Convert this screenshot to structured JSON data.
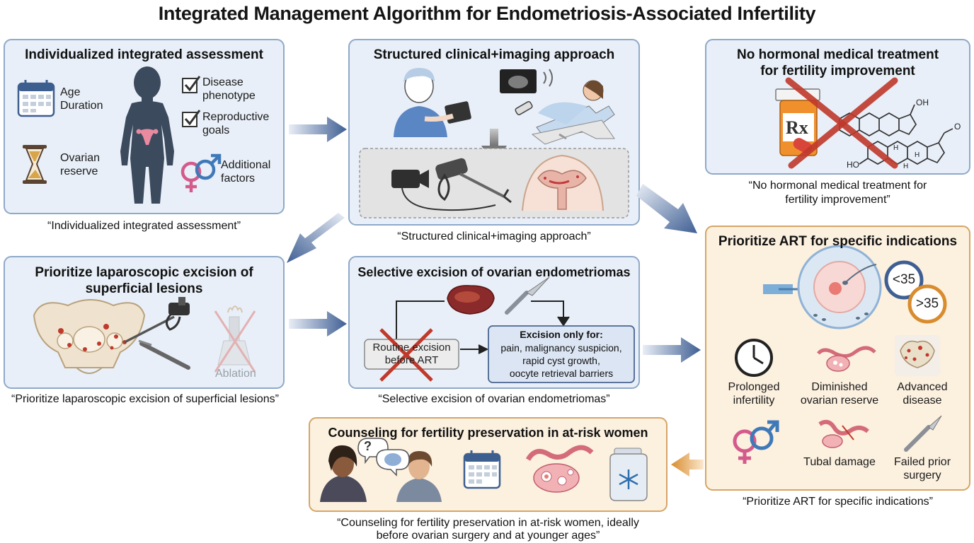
{
  "title": "Integrated Management Algorithm for Endometriosis-Associated Infertility",
  "colors": {
    "blue_box_fill": "#e8eff8",
    "blue_box_border": "#8fa9c9",
    "orange_box_fill": "#fcf0df",
    "orange_box_border": "#d6a566",
    "arrow_blue": "#3f5f93",
    "arrow_orange": "#d98c2e",
    "cross_red": "#c0392b"
  },
  "assessment": {
    "title": "Individualized integrated assessment",
    "age_duration": [
      "Age",
      "Duration"
    ],
    "ovarian_reserve": [
      "Ovarian",
      "reserve"
    ],
    "disease_phenotype": [
      "Disease",
      "phenotype"
    ],
    "reproductive_goals": [
      "Reproductive",
      "goals"
    ],
    "additional_factors": [
      "Additional",
      "factors"
    ],
    "caption": "“Individualized integrated assessment”",
    "icons": [
      "calendar-icon",
      "hourglass-icon",
      "female-body-icon",
      "checkbox-icon",
      "gender-symbol-icon"
    ]
  },
  "clinical": {
    "title": "Structured clinical+imaging approach",
    "caption": "“Structured clinical+imaging approach”",
    "icons": [
      "clinician-tablet-icon",
      "ultrasound-scan-icon",
      "laparoscope-camera-icon",
      "pelvis-uterus-icon"
    ]
  },
  "hormonal": {
    "title_lines": [
      "No hormonal medical treatment",
      "for fertility improvement"
    ],
    "caption_lines": [
      "“No hormonal medical treatment for",
      "fertility improvement”"
    ],
    "rx_label": "Rx",
    "molecule_labels": [
      "OH",
      "O",
      "HO",
      "H",
      "H",
      "H"
    ],
    "icons": [
      "pill-bottle-icon",
      "steroid-molecule-icon",
      "red-cross-icon"
    ]
  },
  "laparoscopic": {
    "title_lines": [
      "Prioritize laparoscopic excision of",
      "superficial lesions"
    ],
    "ablation_label": "Ablation",
    "caption": "“Prioritize laparoscopic excision of superficial lesions”",
    "icons": [
      "pelvis-lesions-icon",
      "laparoscopic-tool-icon",
      "ablation-crossed-icon"
    ]
  },
  "selective": {
    "title": "Selective excision of ovarian endometriomas",
    "routine_label": [
      "Routine excision",
      "before ART"
    ],
    "excision_heading": "Excision only for:",
    "excision_items": [
      "pain, malignancy suspicion,",
      "rapid cyst growth,",
      "oocyte retrieval barriers"
    ],
    "caption": "“Selective excision of ovarian endometriomas”",
    "icons": [
      "ovarian-cyst-icon",
      "scalpel-icon"
    ]
  },
  "art": {
    "title": "Prioritize ART for specific indications",
    "age_under": "<35",
    "age_over": ">35",
    "indications": [
      {
        "label": [
          "Prolonged",
          "infertility"
        ],
        "icon": "clock-icon"
      },
      {
        "label": [
          "Diminished",
          "ovarian reserve"
        ],
        "icon": "ovary-icon"
      },
      {
        "label": [
          "Advanced",
          "disease"
        ],
        "icon": "pelvis-icon"
      },
      {
        "label": [
          "",
          ""
        ],
        "icon": "gender-symbol-icon"
      },
      {
        "label": [
          "Tubal damage"
        ],
        "icon": "fallopian-tube-icon"
      },
      {
        "label": [
          "Failed prior",
          "surgery"
        ],
        "icon": "scalpel-icon"
      }
    ],
    "caption": "“Prioritize ART for specific indications”",
    "icons": [
      "icsi-egg-icon"
    ]
  },
  "counseling": {
    "title": "Counseling for fertility preservation in at-risk women",
    "question_mark": "?",
    "caption_lines": [
      "“Counseling for fertility preservation in at-risk women, ideally",
      "before ovarian surgery and at younger ages”"
    ],
    "icons": [
      "counseling-women-icon",
      "calendar-icon",
      "ovary-follicles-icon",
      "cryo-tank-icon"
    ]
  }
}
